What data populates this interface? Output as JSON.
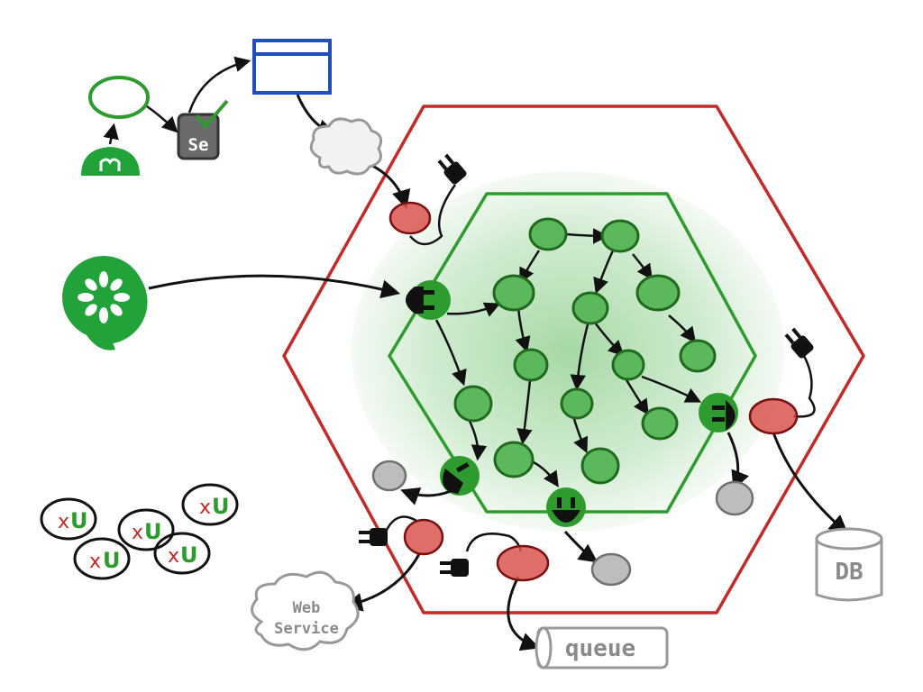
{
  "colors": {
    "outer_hexagon": "#c62828",
    "inner_hexagon": "#2e9b2e",
    "domain_node": "#5cb85c",
    "adapter_red": "#d9534f",
    "external_gray": "#bdbdbd",
    "selenium_box": "#6b6b6b",
    "browser_window": "#1f4fbf",
    "cucumber": "#22a33a"
  },
  "icons": {
    "cucumber": "cucumber-logo-icon",
    "selenium": "selenium-icon",
    "plug": "plug-icon",
    "unit_test": "unit-test-icon",
    "browser": "browser-window-icon",
    "cloud": "cloud-icon",
    "database": "database-icon"
  },
  "labels": {
    "selenium": "Se",
    "db": "DB",
    "queue": "queue",
    "web": "Web",
    "service": "Service",
    "unit_x": "x",
    "unit_u": "U"
  }
}
